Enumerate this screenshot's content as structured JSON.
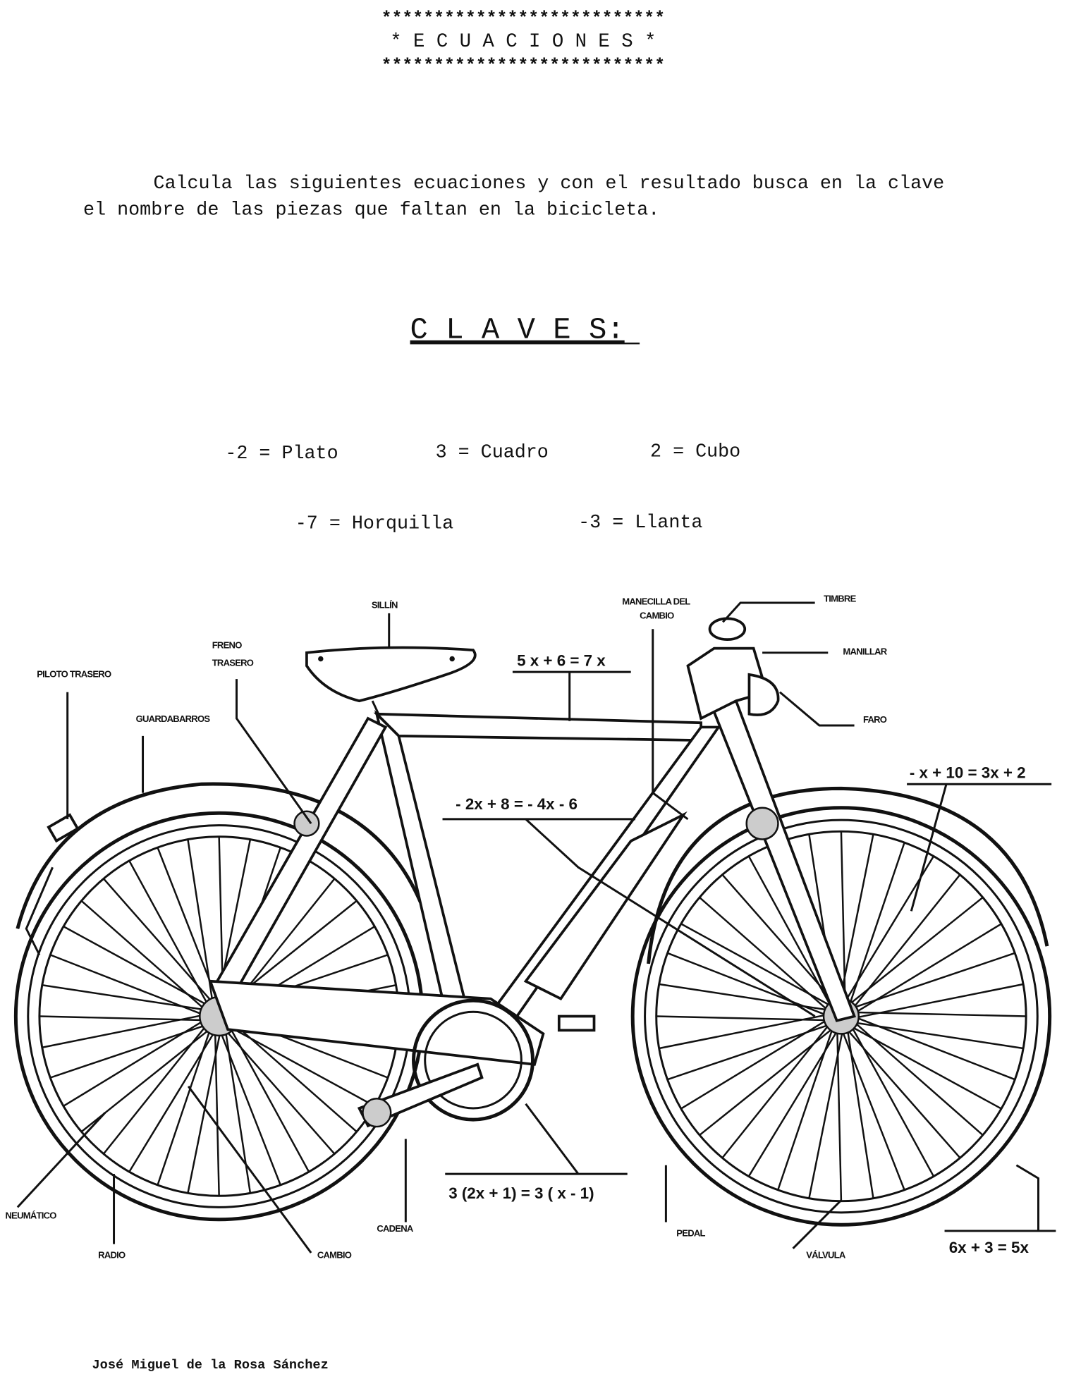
{
  "header": {
    "stars_top": "***************************",
    "title": "* E C U A C I O N  E S *",
    "stars_bottom": "***************************"
  },
  "instructions": {
    "line1": "Calcula las siguientes ecuaciones y con el resultado busca en la clave",
    "line2": "el nombre de las piezas que faltan en la bicicleta."
  },
  "claves": {
    "title": "C L A V E S:",
    "items": [
      "-2 = Plato",
      "3 = Cuadro",
      "2 = Cubo",
      "-7 = Horquilla",
      "-3 = Llanta"
    ]
  },
  "labels": {
    "sillin": "SILLÍN",
    "freno1": "FRENO",
    "freno2": "TRASERO",
    "piloto": "PILOTO TRASERO",
    "guardabarros": "GUARDABARROS",
    "manecilla1": "MANECILLA DEL",
    "manecilla2": "CAMBIO",
    "timbre": "TIMBRE",
    "manillar": "MANILLAR",
    "faro": "FARO",
    "neumatico": "NEUMÁTICO",
    "radio": "RADIO",
    "cambio": "CAMBIO",
    "cadena": "CADENA",
    "pedal": "PEDAL",
    "valvula": "VÁLVULA"
  },
  "equations": [
    "5 x + 6 = 7 x",
    "- x + 10 = 3x + 2",
    "- 2x + 8 = - 4x - 6",
    "3 (2x + 1) = 3 ( x - 1)",
    "6x + 3 = 5x"
  ],
  "footer": {
    "author": "José Miguel de la Rosa Sánchez"
  }
}
